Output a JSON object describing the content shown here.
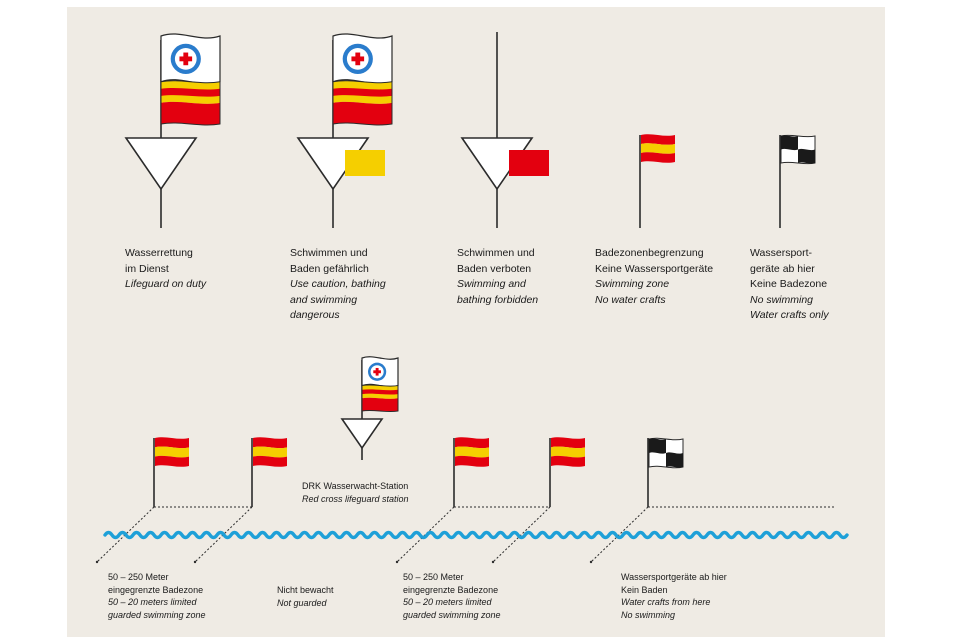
{
  "colors": {
    "background": "#efebe4",
    "outline": "#2b2b2b",
    "yellow": "#f5cf00",
    "red": "#e3000f",
    "water": "#1ea0d8",
    "flag_white": "#ffffff",
    "checker_black": "#1a1a1a",
    "emblem_blue": "#2a7ccc"
  },
  "top_row": [
    {
      "lines": [
        "Wasserrettung",
        "im Dienst"
      ],
      "en_lines": [
        "Lifeguard on duty"
      ],
      "symbol": "triangle-with-drk-and-yellow-red-flag"
    },
    {
      "lines": [
        "Schwimmen und",
        "Baden gefährlich"
      ],
      "en_lines": [
        "Use caution, bathing",
        "and swimming",
        "dangerous"
      ],
      "symbol": "triangle-with-drk-and-yellow-red-flag-plus-yellow-pennant"
    },
    {
      "lines": [
        "Schwimmen und",
        "Baden verboten"
      ],
      "en_lines": [
        "Swimming and",
        "bathing forbidden"
      ],
      "symbol": "triangle-with-red-pennant"
    },
    {
      "lines": [
        "Badezonenbegrenzung",
        "Keine Wassersportgeräte"
      ],
      "en_lines": [
        "Swimming zone",
        "No water crafts"
      ],
      "symbol": "red-yellow-flag"
    },
    {
      "lines": [
        "Wassersport-",
        "geräte ab hier",
        "Keine Badezone"
      ],
      "en_lines": [
        "No swimming",
        "Water crafts only"
      ],
      "symbol": "black-white-checkered-flag"
    }
  ],
  "station": {
    "lines": [
      "DRK Wasserwacht-Station"
    ],
    "en_lines": [
      "Red cross lifeguard station"
    ]
  },
  "bottom_row": [
    {
      "lines": [
        "50 – 250 Meter",
        "eingegrenzte Badezone"
      ],
      "en_lines": [
        "50 – 20 meters limited",
        "guarded swimming zone"
      ]
    },
    {
      "lines": [
        "Nicht bewacht"
      ],
      "en_lines": [
        "Not guarded"
      ]
    },
    {
      "lines": [
        "50 – 250 Meter",
        "eingegrenzte Badezone"
      ],
      "en_lines": [
        "50 – 20 meters limited",
        "guarded swimming zone"
      ]
    },
    {
      "lines": [
        "Wassersportgeräte ab hier",
        "Kein Baden"
      ],
      "en_lines": [
        "Water crafts from here",
        "No swimming"
      ]
    }
  ]
}
